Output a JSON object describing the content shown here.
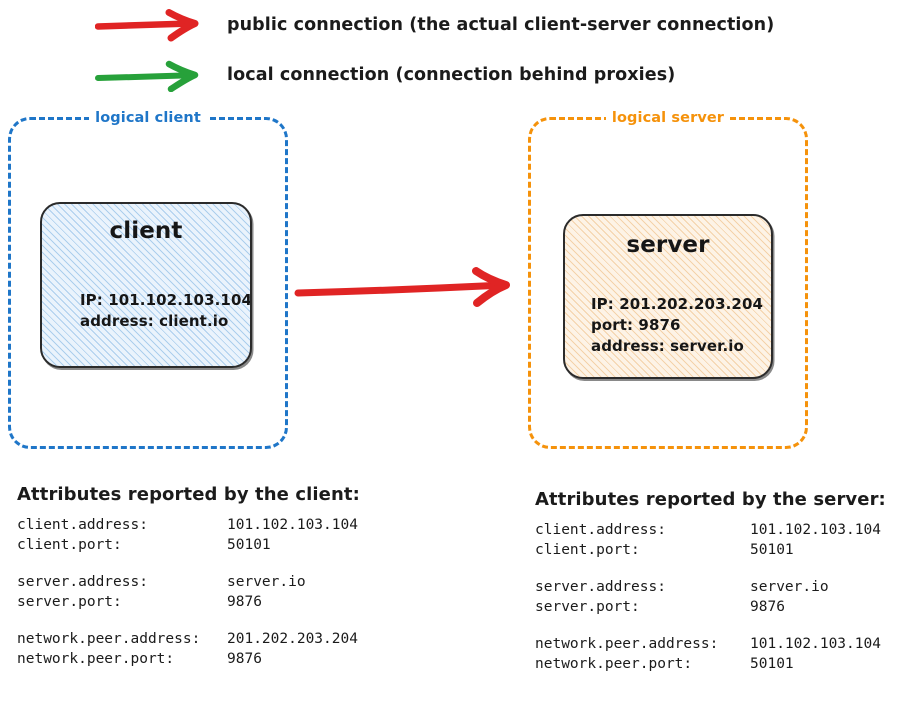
{
  "legend": {
    "items": [
      {
        "arrow_color": "#e02424",
        "icon": "right-arrow-icon",
        "label": "public connection (the actual client-server connection)"
      },
      {
        "arrow_color": "#27a13a",
        "icon": "right-arrow-icon",
        "label": "local connection (connection behind proxies)"
      }
    ]
  },
  "colors": {
    "public_arrow": "#e02424",
    "local_arrow": "#27a13a",
    "logical_client_border": "#1f76c8",
    "logical_server_border": "#f5920b",
    "client_fill": "#eaf3fc",
    "server_fill": "#fdf3e6",
    "node_outline": "#2b2b2b"
  },
  "diagram": {
    "logical_client": {
      "label": "logical client",
      "node": {
        "title": "client",
        "details": [
          "IP: 101.102.103.104",
          "address: client.io"
        ]
      }
    },
    "logical_server": {
      "label": "logical server",
      "node": {
        "title": "server",
        "details": [
          "IP: 201.202.203.204",
          "port: 9876",
          "address: server.io"
        ]
      }
    },
    "main_connection": {
      "icon": "right-arrow-icon",
      "type": "public connection",
      "color": "#e02424",
      "from": "client",
      "to": "server"
    }
  },
  "attributes_client": {
    "heading": "Attributes reported by the client:",
    "groups": [
      [
        {
          "key": "client.address:",
          "value": "101.102.103.104"
        },
        {
          "key": "client.port:",
          "value": "50101"
        }
      ],
      [
        {
          "key": "server.address:",
          "value": "server.io"
        },
        {
          "key": "server.port:",
          "value": "9876"
        }
      ],
      [
        {
          "key": "network.peer.address:",
          "value": "201.202.203.204"
        },
        {
          "key": "network.peer.port:",
          "value": "9876"
        }
      ]
    ]
  },
  "attributes_server": {
    "heading": "Attributes reported by the server:",
    "groups": [
      [
        {
          "key": "client.address:",
          "value": "101.102.103.104"
        },
        {
          "key": "client.port:",
          "value": "50101"
        }
      ],
      [
        {
          "key": "server.address:",
          "value": "server.io"
        },
        {
          "key": "server.port:",
          "value": "9876"
        }
      ],
      [
        {
          "key": "network.peer.address:",
          "value": "101.102.103.104"
        },
        {
          "key": "network.peer.port:",
          "value": "50101"
        }
      ]
    ]
  }
}
